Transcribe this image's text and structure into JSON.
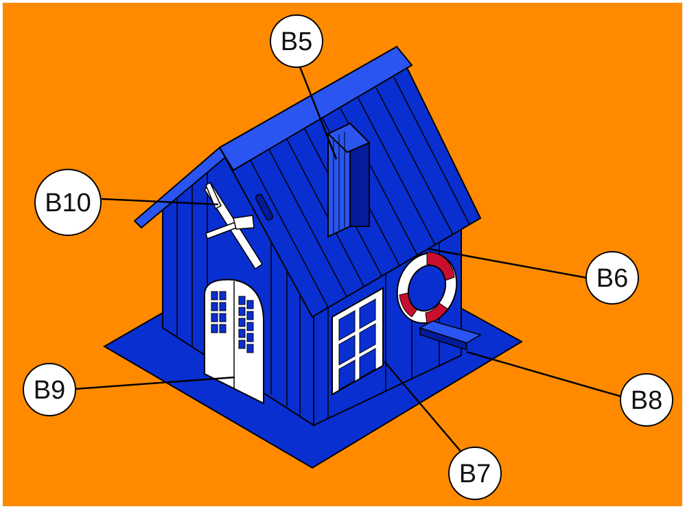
{
  "colors": {
    "background": "#FF8A00",
    "house_blue": "#0A2FD0",
    "house_blue_light": "#2A55F0",
    "house_blue_dark": "#041C9A",
    "outline": "#000000",
    "white": "#FFFFFF",
    "lifebuoy_red": "#C8102E"
  },
  "callouts": [
    {
      "id": "b5",
      "label": "B5"
    },
    {
      "id": "b10",
      "label": "B10"
    },
    {
      "id": "b6",
      "label": "B6"
    },
    {
      "id": "b9",
      "label": "B9"
    },
    {
      "id": "b8",
      "label": "B8"
    },
    {
      "id": "b7",
      "label": "B7"
    }
  ]
}
